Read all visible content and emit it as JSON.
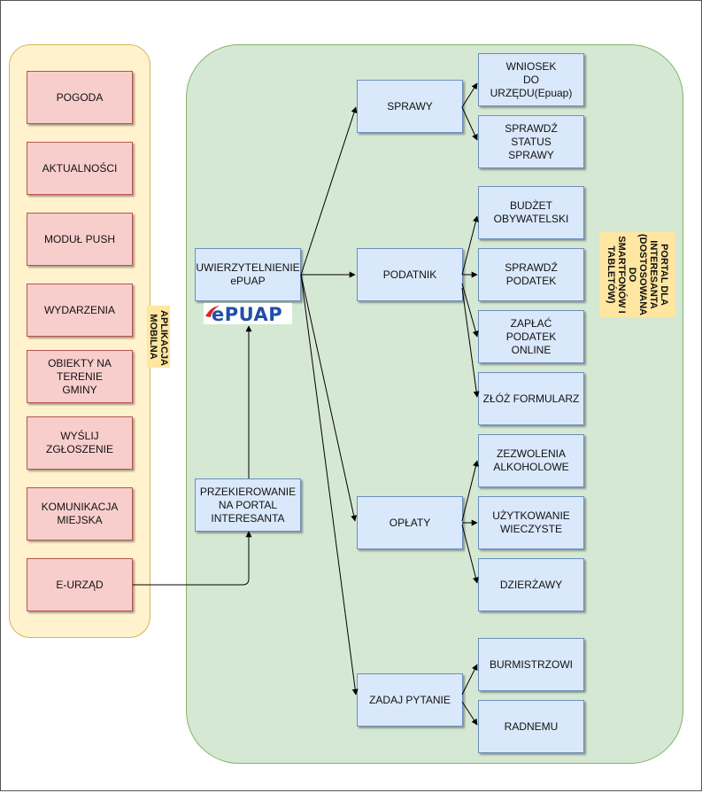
{
  "mobile_app": {
    "label": "APLIKACJA MOBILNA",
    "items": [
      "POGODA",
      "AKTUALNOŚCI",
      "MODUŁ PUSH",
      "WYDARZENIA",
      "OBIEKTY NA\nTERENIE\nGMINY",
      "WYŚLIJ\nZGŁOSZENIE",
      "KOMUNIKACJA\nMIEJSKA",
      "E-URZĄD"
    ]
  },
  "portal": {
    "label": "PORTAL DLA\nINTERESANTA\n(DOSTOSOWANA\nDO\nSMARTFONÓW I\nTABLETÓW)",
    "auth": "UWIERZYTELNIENIE\nePUAP",
    "logo_text": "ePUAP",
    "redirect": "PRZEKIEROWANIE\nNA PORTAL\nINTERESANTA",
    "categories": [
      "SPRAWY",
      "PODATNIK",
      "OPŁATY",
      "ZADAJ PYTANIE"
    ],
    "sprawy_items": [
      "WNIOSEK\nDO\nURZĘDU(Epuap)",
      "SPRAWDŹ\nSTATUS\nSPRAWY"
    ],
    "podatnik_items": [
      "BUDŻET\nOBYWATELSKI",
      "SPRAWDŹ\nPODATEK",
      "ZAPŁAĆ\nPODATEK\nONLINE",
      "ZŁÓŻ FORMULARZ"
    ],
    "oplaty_items": [
      "ZEZWOLENIA\nALKOHOLOWE",
      "UŻYTKOWANIE\nWIECZYSTE",
      "DZIERŻAWY"
    ],
    "pytanie_items": [
      "BURMISTRZOWI",
      "RADNEMU"
    ]
  },
  "colors": {
    "mobile_container": "#fff2cc",
    "portal_container": "#d5e8d4",
    "pink_box": "#f8cecc",
    "blue_box": "#dae8fc",
    "label_bg": "#ffe6a1",
    "logo_blue": "#1f4fa8",
    "logo_red": "#d9262b"
  }
}
